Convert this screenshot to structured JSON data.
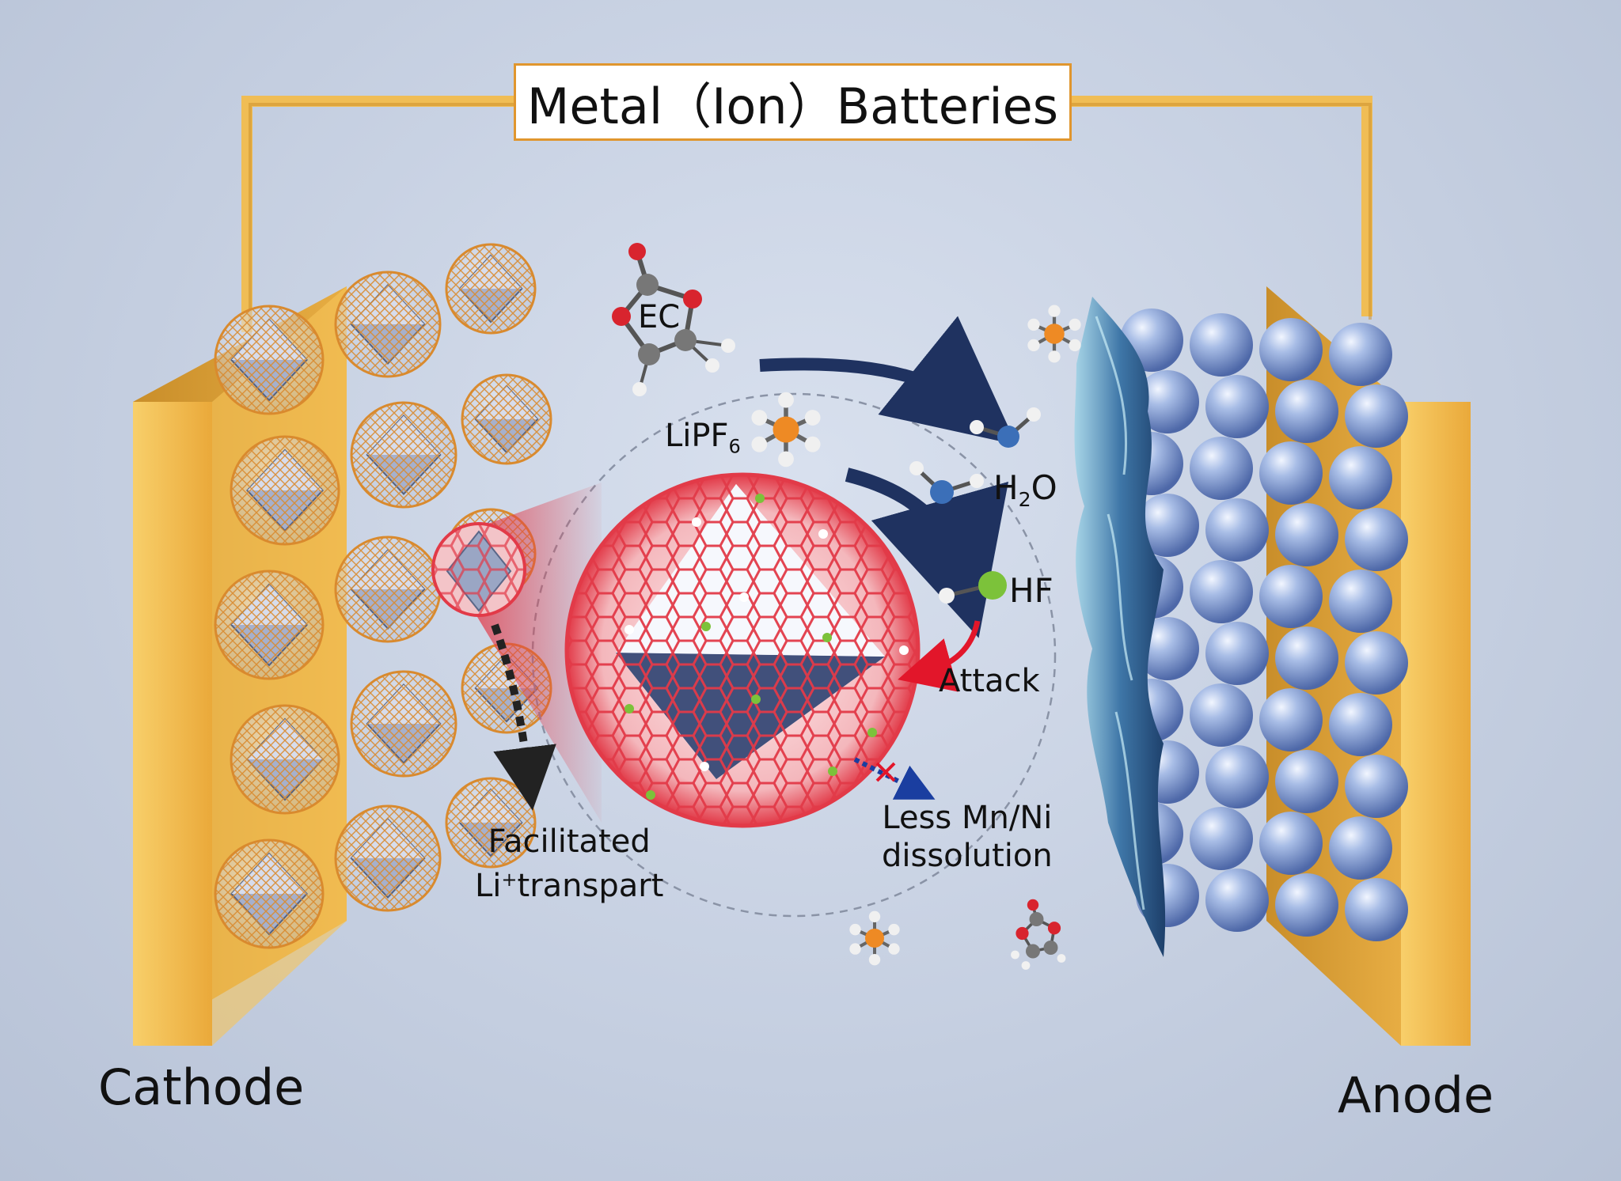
{
  "title": "Metal（Ion）Batteries",
  "labels": {
    "cathode": "Cathode",
    "anode": "Anode",
    "ec": "EC",
    "lipf6_main": "LiPF",
    "lipf6_sub": "6",
    "h2o_h": "H",
    "h2o_sub": "2",
    "h2o_o": "O",
    "hf": "HF",
    "attack": "Attack",
    "less_line1": "Less Mn/Ni",
    "less_line2": "dissolution",
    "facilitated_line1": "Facilitated",
    "facilitated_li": "Li",
    "facilitated_sup": "+",
    "facilitated_rest": "transpart"
  },
  "colors": {
    "electrode_gold": "#f2b545",
    "wire_gold": "#e8b040",
    "cage_red": "#e23a48",
    "cathode_mesh": "#d98a2e",
    "anode_sphere": "#8fa7d8",
    "sei_blue": "#3f77a8",
    "arrow_navy": "#1f3260",
    "attack_red": "#e2162a",
    "hf_green": "#7cc23a"
  },
  "icons": [
    "ec-molecule-icon",
    "lipf6-molecule-icon",
    "h2o-molecule-icon",
    "hf-molecule-icon"
  ]
}
